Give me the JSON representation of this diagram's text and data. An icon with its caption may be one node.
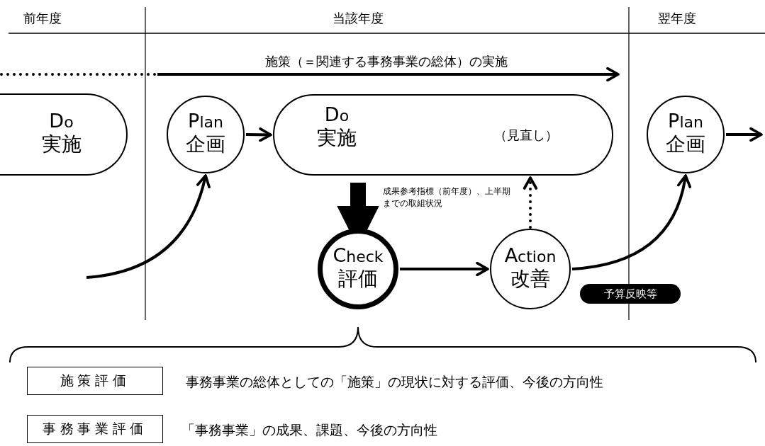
{
  "diagram": {
    "nodes": [
      {
        "text": [
          "Do",
          "実施"
        ]
      },
      {
        "text": [
          "Plan",
          "企画"
        ]
      },
      {
        "text": [
          "Do",
          "実施",
          "（見直し）"
        ]
      },
      {
        "text": [
          "Check",
          "評価"
        ]
      },
      {
        "text": [
          "Action",
          "改善"
        ]
      },
      {
        "text": [
          "Plan",
          "企画"
        ]
      },
      {
        "text": [
          "予算反映等"
        ]
      },
      {
        "text": [
          "施策評価"
        ],
        "beside": [
          "事務事業の総体としての「施策」の現状に対する評価、今後の方向性"
        ]
      },
      {
        "text": [
          "事務事業評価"
        ],
        "beside": [
          "「事務事業」の成果、課題、今後の方向性"
        ]
      }
    ],
    "edges": [
      {
        "from": null,
        "to": 1,
        "arrow": "to"
      },
      {
        "from": 1,
        "to": 2,
        "arrow": "to"
      },
      {
        "from": 2,
        "to": 3,
        "arrow": "to",
        "style": "thick",
        "label": "成果参考指標（前年度）、上半期までの取組状況"
      },
      {
        "from": 3,
        "to": 4,
        "arrow": "to"
      },
      {
        "from": 4,
        "to": 2,
        "arrow": "to",
        "style": "dashed"
      },
      {
        "from": 4,
        "to": 5,
        "arrow": "to"
      },
      {
        "from": 5,
        "to": null,
        "arrow": "to"
      }
    ],
    "labels": [
      "前年度",
      "当該年度",
      "翌年度",
      "施策（＝関連する事務事業の総体）の実施"
    ]
  }
}
